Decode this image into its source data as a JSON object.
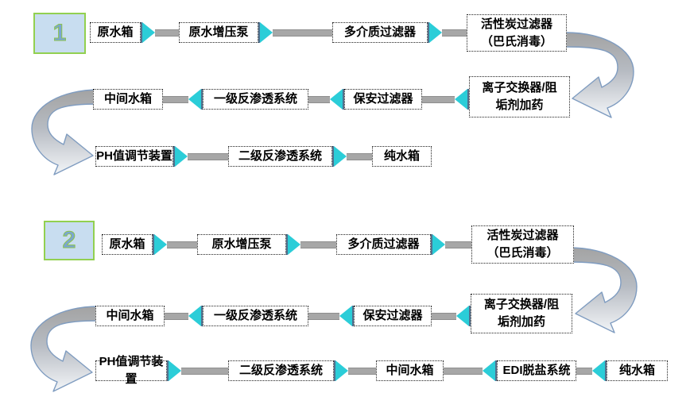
{
  "flows": [
    {
      "number": "1",
      "nodes": [
        {
          "id": "raw-water-tank",
          "label": "原水箱"
        },
        {
          "id": "raw-water-booster-pump",
          "label": "原水增压泵"
        },
        {
          "id": "multimedia-filter",
          "label": "多介质过滤器"
        },
        {
          "id": "activated-carbon-filter",
          "label": "活性炭过滤器\n（巴氏消毒）"
        },
        {
          "id": "ion-exchanger-dosing",
          "label": "离子交换器/阻\n垢剂加药"
        },
        {
          "id": "security-filter",
          "label": "保安过滤器"
        },
        {
          "id": "ro-stage-1",
          "label": "一级反渗透系统"
        },
        {
          "id": "intermediate-tank",
          "label": "中间水箱"
        },
        {
          "id": "ph-adjust-device",
          "label": "PH值调节装置"
        },
        {
          "id": "ro-stage-2",
          "label": "二级反渗透系统"
        },
        {
          "id": "pure-water-tank",
          "label": "纯水箱"
        }
      ]
    },
    {
      "number": "2",
      "nodes": [
        {
          "id": "raw-water-tank",
          "label": "原水箱"
        },
        {
          "id": "raw-water-booster-pump",
          "label": "原水增压泵"
        },
        {
          "id": "multimedia-filter",
          "label": "多介质过滤器"
        },
        {
          "id": "activated-carbon-filter",
          "label": "活性炭过滤器\n（巴氏消毒）"
        },
        {
          "id": "ion-exchanger-dosing",
          "label": "离子交换器/阻\n垢剂加药"
        },
        {
          "id": "security-filter",
          "label": "保安过滤器"
        },
        {
          "id": "ro-stage-1",
          "label": "一级反渗透系统"
        },
        {
          "id": "intermediate-tank",
          "label": "中间水箱"
        },
        {
          "id": "ph-adjust-device",
          "label": "PH值调节装置"
        },
        {
          "id": "ro-stage-2",
          "label": "二级反渗透系统"
        },
        {
          "id": "intermediate-tank-2",
          "label": "中间水箱"
        },
        {
          "id": "edi-desalination",
          "label": "EDI脱盐系统"
        },
        {
          "id": "pure-water-tank",
          "label": "纯水箱"
        }
      ]
    }
  ],
  "colors": {
    "arrow_cyan": "#2bcdd8",
    "arrow_edge_blue": "#52708e",
    "connector_gray": "#a7a7a7",
    "curve_gray": "#a3a3a3",
    "curve_light": "#f3f5f8",
    "curve_outline": "#7f9cc0",
    "badge_fill": "#c8ddf0",
    "badge_border": "#92d050",
    "badge_digit": "#7aa5d3",
    "box_border": "#222222",
    "background": "#ffffff"
  }
}
